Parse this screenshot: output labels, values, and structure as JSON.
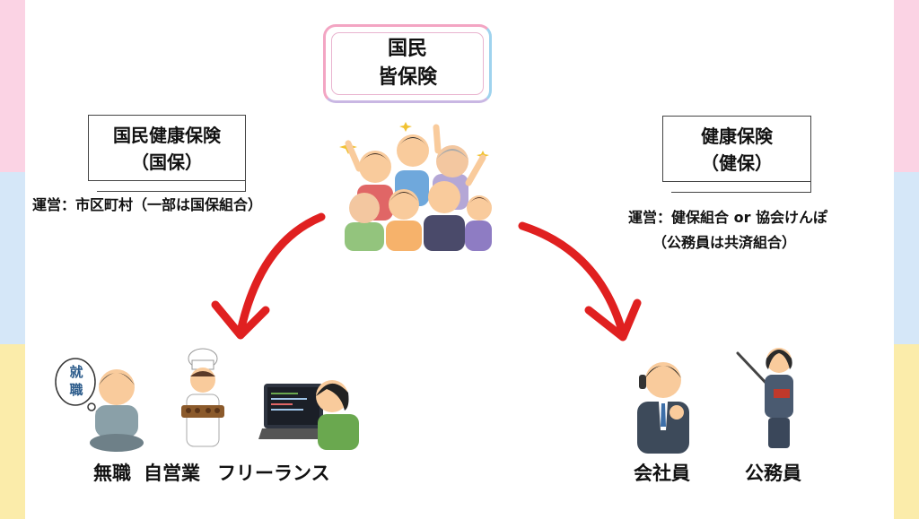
{
  "center": {
    "line1": "国民",
    "line2": "皆保険"
  },
  "left_box": {
    "line1": "国民健康保険",
    "line2": "（国保）"
  },
  "left_operator": "運営：市区町村（一部は国保組合）",
  "right_box": {
    "line1": "健康保険",
    "line2": "（健保）"
  },
  "right_operator": {
    "line1": "運営：健保組合 or 協会けんぽ",
    "line2": "（公務員は共済組合）"
  },
  "left_people": {
    "speech_bubble": "就\n職"
  },
  "bottom_left_labels": {
    "unemployed": "無職",
    "self_employed": "自営業",
    "freelance": "フリーランス"
  },
  "bottom_right_labels": {
    "employee": "会社員",
    "civil_servant": "公務員"
  },
  "colors": {
    "arrow": "#e02020",
    "stripe_pink": "#fbd3e4",
    "stripe_blue": "#d5e7f8",
    "stripe_yellow": "#fbecaa"
  }
}
